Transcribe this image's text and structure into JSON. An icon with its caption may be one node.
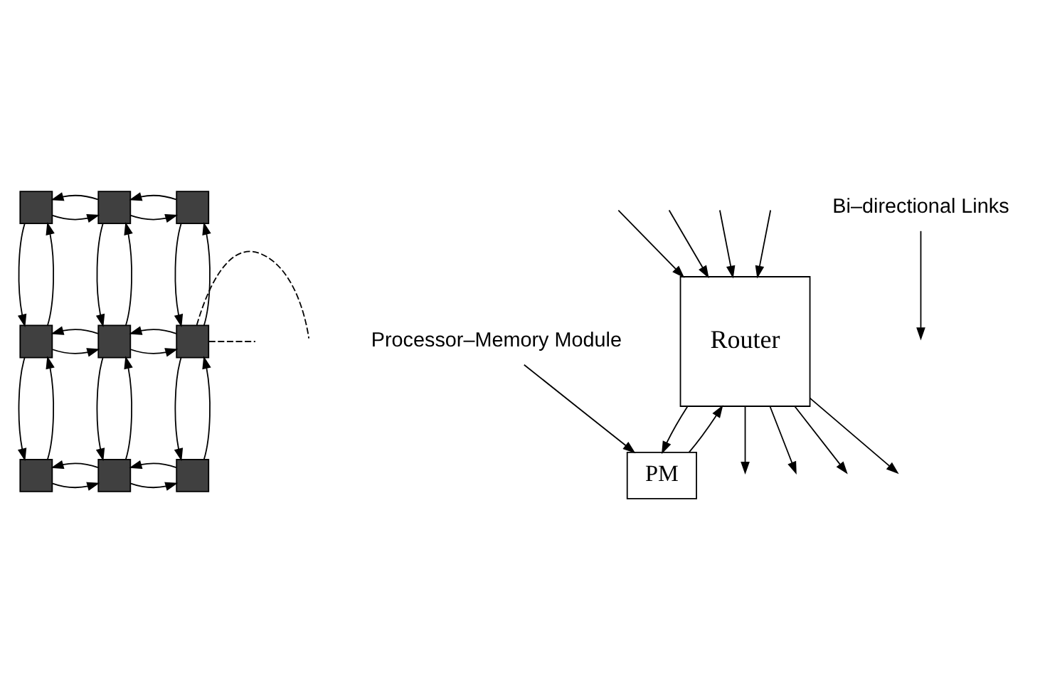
{
  "diagram": {
    "nodes": [
      {
        "text": [],
        "shape": "box"
      },
      {
        "text": [],
        "shape": "box"
      },
      {
        "text": [],
        "shape": "box"
      },
      {
        "text": [],
        "shape": "box"
      },
      {
        "text": [],
        "shape": "box"
      },
      {
        "text": [],
        "shape": "box"
      },
      {
        "text": [],
        "shape": "box"
      },
      {
        "text": [],
        "shape": "box"
      },
      {
        "text": [],
        "shape": "box"
      },
      {
        "text": [
          "Router"
        ]
      },
      {
        "text": [
          "PM"
        ]
      },
      {
        "text": [
          "Bi–directional Links"
        ]
      },
      {
        "text": [
          "Processor–Memory Module"
        ]
      }
    ],
    "edges": [
      {
        "from": 0,
        "to": 1,
        "arrow": "to"
      },
      {
        "from": 1,
        "to": 0,
        "arrow": "to"
      },
      {
        "from": 1,
        "to": 2,
        "arrow": "to"
      },
      {
        "from": 2,
        "to": 1,
        "arrow": "to"
      },
      {
        "from": 3,
        "to": 4,
        "arrow": "to"
      },
      {
        "from": 4,
        "to": 3,
        "arrow": "to"
      },
      {
        "from": 4,
        "to": 5,
        "arrow": "to"
      },
      {
        "from": 5,
        "to": 4,
        "arrow": "to"
      },
      {
        "from": 6,
        "to": 7,
        "arrow": "to"
      },
      {
        "from": 7,
        "to": 6,
        "arrow": "to"
      },
      {
        "from": 7,
        "to": 8,
        "arrow": "to"
      },
      {
        "from": 8,
        "to": 7,
        "arrow": "to"
      },
      {
        "from": 0,
        "to": 3,
        "arrow": "to"
      },
      {
        "from": 3,
        "to": 0,
        "arrow": "to"
      },
      {
        "from": 3,
        "to": 6,
        "arrow": "to"
      },
      {
        "from": 6,
        "to": 3,
        "arrow": "to"
      },
      {
        "from": 1,
        "to": 4,
        "arrow": "to"
      },
      {
        "from": 4,
        "to": 1,
        "arrow": "to"
      },
      {
        "from": 4,
        "to": 7,
        "arrow": "to"
      },
      {
        "from": 7,
        "to": 4,
        "arrow": "to"
      },
      {
        "from": 2,
        "to": 5,
        "arrow": "to"
      },
      {
        "from": 5,
        "to": 2,
        "arrow": "to"
      },
      {
        "from": 5,
        "to": 8,
        "arrow": "to"
      },
      {
        "from": 8,
        "to": 5,
        "arrow": "to"
      },
      {
        "from": 5,
        "to": null,
        "arrow": "none",
        "style": "dashed"
      },
      {
        "from": 5,
        "to": null,
        "arrow": "none",
        "style": "dashed"
      },
      {
        "from": 9,
        "to": null,
        "arrow": "to"
      },
      {
        "from": null,
        "to": 9,
        "arrow": "to"
      },
      {
        "from": 9,
        "to": null,
        "arrow": "to"
      },
      {
        "from": null,
        "to": 9,
        "arrow": "to"
      },
      {
        "from": 9,
        "to": null,
        "arrow": "to"
      },
      {
        "from": null,
        "to": 9,
        "arrow": "to"
      },
      {
        "from": null,
        "to": 9,
        "arrow": "to"
      },
      {
        "from": 9,
        "to": null,
        "arrow": "to"
      },
      {
        "from": 9,
        "to": 10,
        "arrow": "to"
      },
      {
        "from": 10,
        "to": 9,
        "arrow": "to"
      },
      {
        "from": 11,
        "to": null,
        "arrow": "to"
      },
      {
        "from": 12,
        "to": 10,
        "arrow": "to"
      }
    ]
  }
}
